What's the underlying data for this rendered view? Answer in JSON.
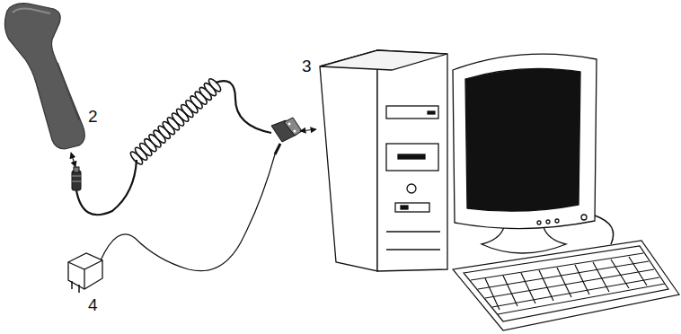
{
  "diagram": {
    "labels": [
      "2",
      "3",
      "4"
    ]
  }
}
